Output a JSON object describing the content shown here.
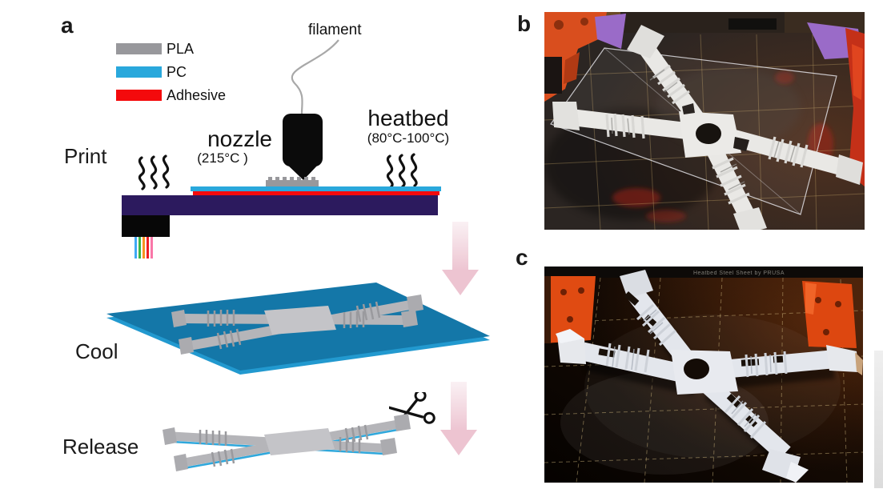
{
  "figure": {
    "panels": [
      {
        "id": "a",
        "label": "a"
      },
      {
        "id": "b",
        "label": "b"
      },
      {
        "id": "c",
        "label": "c"
      }
    ]
  },
  "panel_a": {
    "legend": [
      {
        "name": "PLA",
        "color": "#98989C"
      },
      {
        "name": "PC",
        "color": "#29A8DC"
      },
      {
        "name": "Adhesive",
        "color": "#F40A0C"
      }
    ],
    "steps": [
      {
        "label": "Print"
      },
      {
        "label": "Cool"
      },
      {
        "label": "Release"
      }
    ],
    "annotations": {
      "filament": "filament",
      "nozzle": "nozzle",
      "nozzle_temp": "(215°C )",
      "heatbed": "heatbed",
      "heatbed_temp": "(80°C-100°C)"
    },
    "colors": {
      "heatbed_bar": "#2C1A5E",
      "nozzle": "#0B0B0B",
      "pc_sheet_top": "#1477A8",
      "pc_sheet_edge": "#2FA8DC",
      "pla_part": "#B5B5B9",
      "arrow_pink": "#EDC4D1",
      "wires": [
        "#3FA9F5",
        "#39B54A",
        "#F7941E",
        "#ED1C24",
        "#F977A8"
      ]
    }
  },
  "panel_b": {
    "label": "b"
  },
  "panel_c": {
    "label": "c",
    "bed_text": "Heatbed Steel Sheet by PRUSA"
  }
}
